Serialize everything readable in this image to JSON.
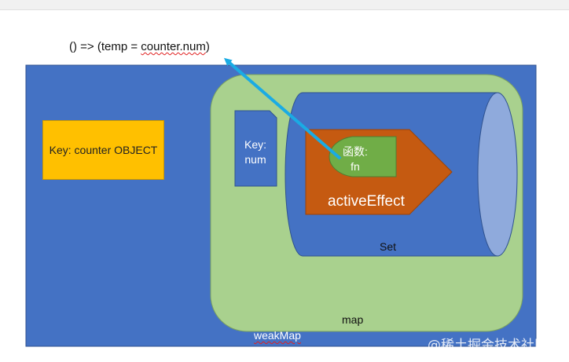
{
  "diagram": {
    "lambda_text": {
      "before": "() => (temp = ",
      "underlined": "counter.num",
      "after": ")"
    },
    "key_object_label": "Key: counter OBJECT",
    "key_num_label": "Key:\nnum",
    "fn_label": "函数:\nfn",
    "active_effect_label": "activeEffect",
    "set_label": "Set",
    "map_label": "map",
    "weakmap_label": "weakMap"
  },
  "watermark": "@稀土掘金技术社区",
  "colors": {
    "weakmap_fill": "#4472c4",
    "map_fill": "#a9d18e",
    "set_fill": "#4472c4",
    "set_end_cap": "#8faadc",
    "active_effect_fill": "#c55a11",
    "fn_fill": "#70ad47",
    "key_object_fill": "#ffc000",
    "arrow": "#1aabe4"
  }
}
